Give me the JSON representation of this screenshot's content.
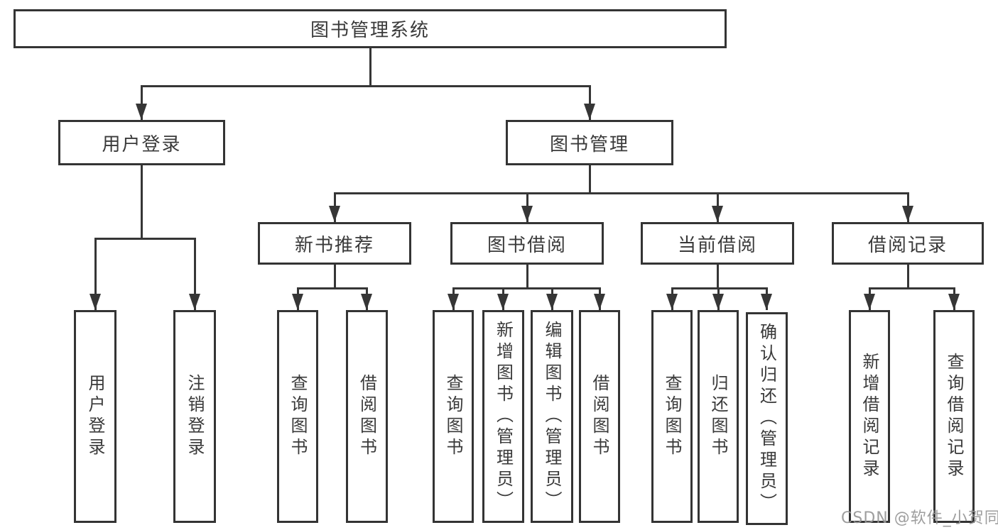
{
  "tree": {
    "root": {
      "label": "图书管理系统",
      "children": [
        {
          "label": "用户登录",
          "children": [
            {
              "label": "用户登录"
            },
            {
              "label": "注销登录"
            }
          ]
        },
        {
          "label": "图书管理",
          "children": [
            {
              "label": "新书推荐",
              "children": [
                {
                  "label": "查询图书"
                },
                {
                  "label": "借阅图书"
                }
              ]
            },
            {
              "label": "图书借阅",
              "children": [
                {
                  "label": "查询图书"
                },
                {
                  "label": "新增图书（管理员）"
                },
                {
                  "label": "编辑图书（管理员）"
                },
                {
                  "label": "借阅图书"
                }
              ]
            },
            {
              "label": "当前借阅",
              "children": [
                {
                  "label": "查询图书"
                },
                {
                  "label": "归还图书"
                },
                {
                  "label": "确认归还（管理员）"
                }
              ]
            },
            {
              "label": "借阅记录",
              "children": [
                {
                  "label": "新增借阅记录"
                },
                {
                  "label": "查询借阅记录"
                }
              ]
            }
          ]
        }
      ]
    }
  },
  "watermark": "CSDN @软件_小贺同学",
  "colors": {
    "line": "#363636",
    "border": "#343434",
    "text": "#3a3a3a",
    "watermark": "#969696",
    "background": "#ffffff"
  }
}
